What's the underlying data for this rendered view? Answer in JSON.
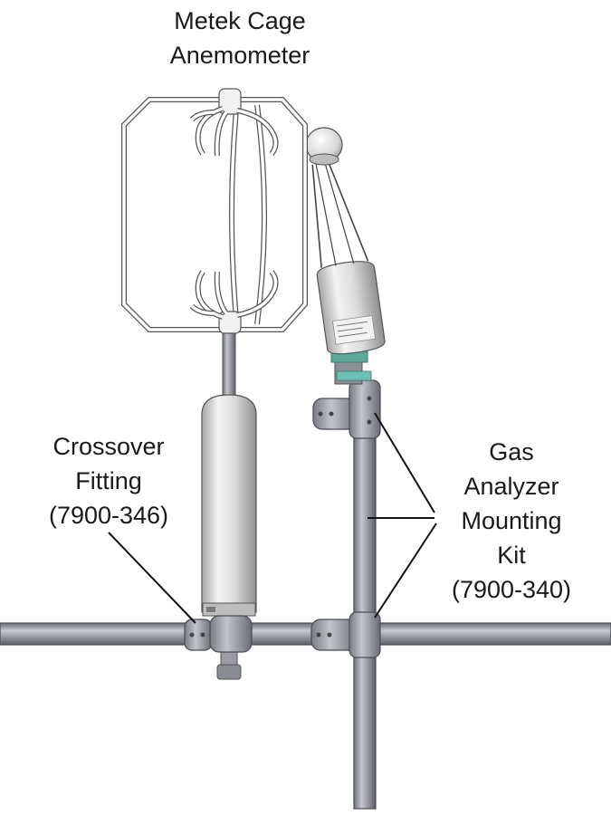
{
  "labels": {
    "anemometer": [
      "Metek Cage",
      "Anemometer"
    ],
    "crossover": [
      "Crossover",
      "Fitting",
      "(7900-346)"
    ],
    "gas_kit": [
      "Gas",
      "Analyzer",
      "Mounting",
      "Kit",
      "(7900-340)"
    ]
  },
  "colors": {
    "pipe": "#9a9ca4",
    "pipe_dark": "#5f6169",
    "pipe_light": "#c9cbd2",
    "body": "#d9d9d9",
    "cage": "#ffffff",
    "accent_teal": "#4fb3a6",
    "leader": "#111111"
  }
}
